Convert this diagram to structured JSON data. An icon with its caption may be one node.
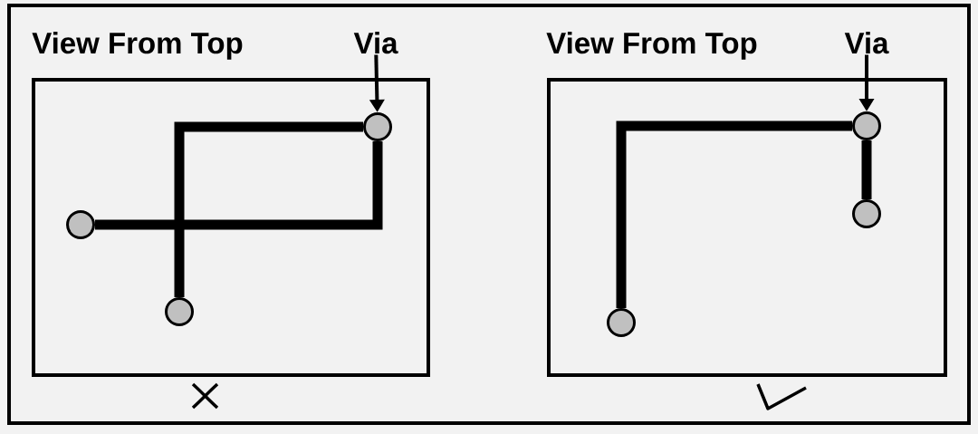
{
  "diagram": {
    "nodes": [
      {
        "text": [
          "View From Top"
        ]
      },
      {
        "text": [
          "Via"
        ]
      },
      {
        "text": [],
        "shape": "circle",
        "in": 0
      },
      {
        "text": [],
        "shape": "circle",
        "in": 0
      },
      {
        "text": [],
        "shape": "circle",
        "in": 0
      },
      {
        "text": [
          "View From Top"
        ]
      },
      {
        "text": [
          "Via"
        ]
      },
      {
        "text": [],
        "shape": "circle",
        "in": 5
      },
      {
        "text": [],
        "shape": "circle",
        "in": 5
      },
      {
        "text": [],
        "shape": "circle",
        "in": 5
      }
    ],
    "edges": [
      {
        "from": 2,
        "to": 4,
        "arrow": "none"
      },
      {
        "from": 3,
        "to": 4,
        "arrow": "none"
      },
      {
        "from": 1,
        "to": 4,
        "arrow": "to"
      },
      {
        "from": 7,
        "to": 8,
        "arrow": "none"
      },
      {
        "from": 8,
        "to": 9,
        "arrow": "none"
      },
      {
        "from": 6,
        "to": 8,
        "arrow": "to"
      }
    ]
  }
}
